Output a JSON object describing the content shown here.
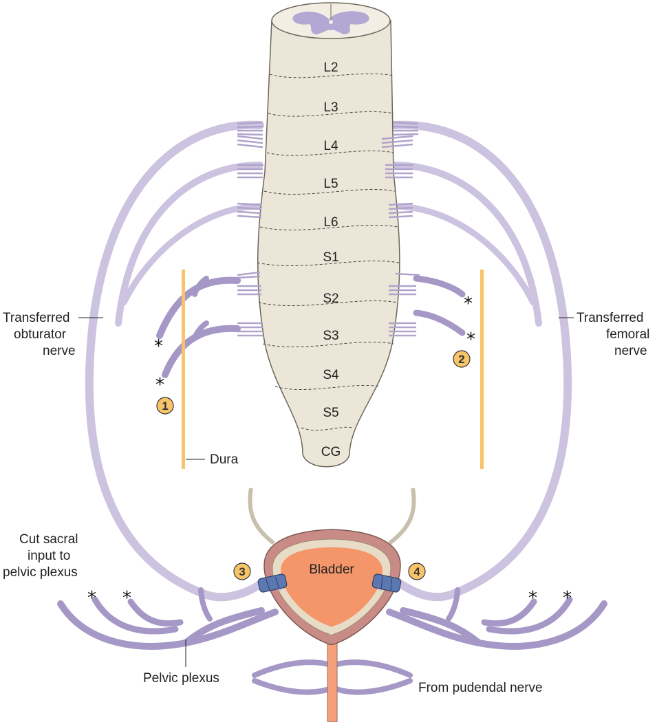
{
  "segments": [
    "L2",
    "L3",
    "L4",
    "L5",
    "L6",
    "S1",
    "S2",
    "S3",
    "S4",
    "S5",
    "CG"
  ],
  "labels": {
    "obturator": [
      "Transferred",
      "obturator",
      "nerve"
    ],
    "femoral": [
      "Transferred",
      "femoral",
      "nerve"
    ],
    "dura": "Dura",
    "cut_sacral": [
      "Cut sacral",
      "input to",
      "pelvic plexus"
    ],
    "bladder": "Bladder",
    "pelvic_plexus": "Pelvic plexus",
    "pudendal": "From pudendal nerve"
  },
  "badges": [
    "1",
    "2",
    "3",
    "4"
  ],
  "cut_marker": "*",
  "colors": {
    "cord": "#ece6d8",
    "cord_outline": "#6d655a",
    "grey_matter": "#b3a7d3",
    "nerve": "#b0a3cc",
    "nerve_light": "#cbc3df",
    "dura": "#f7c46a",
    "badge": "#f7c46a",
    "bladder": "#f5956a",
    "bladder_wall": "#c98b86",
    "cuff": "#5b78b0"
  }
}
